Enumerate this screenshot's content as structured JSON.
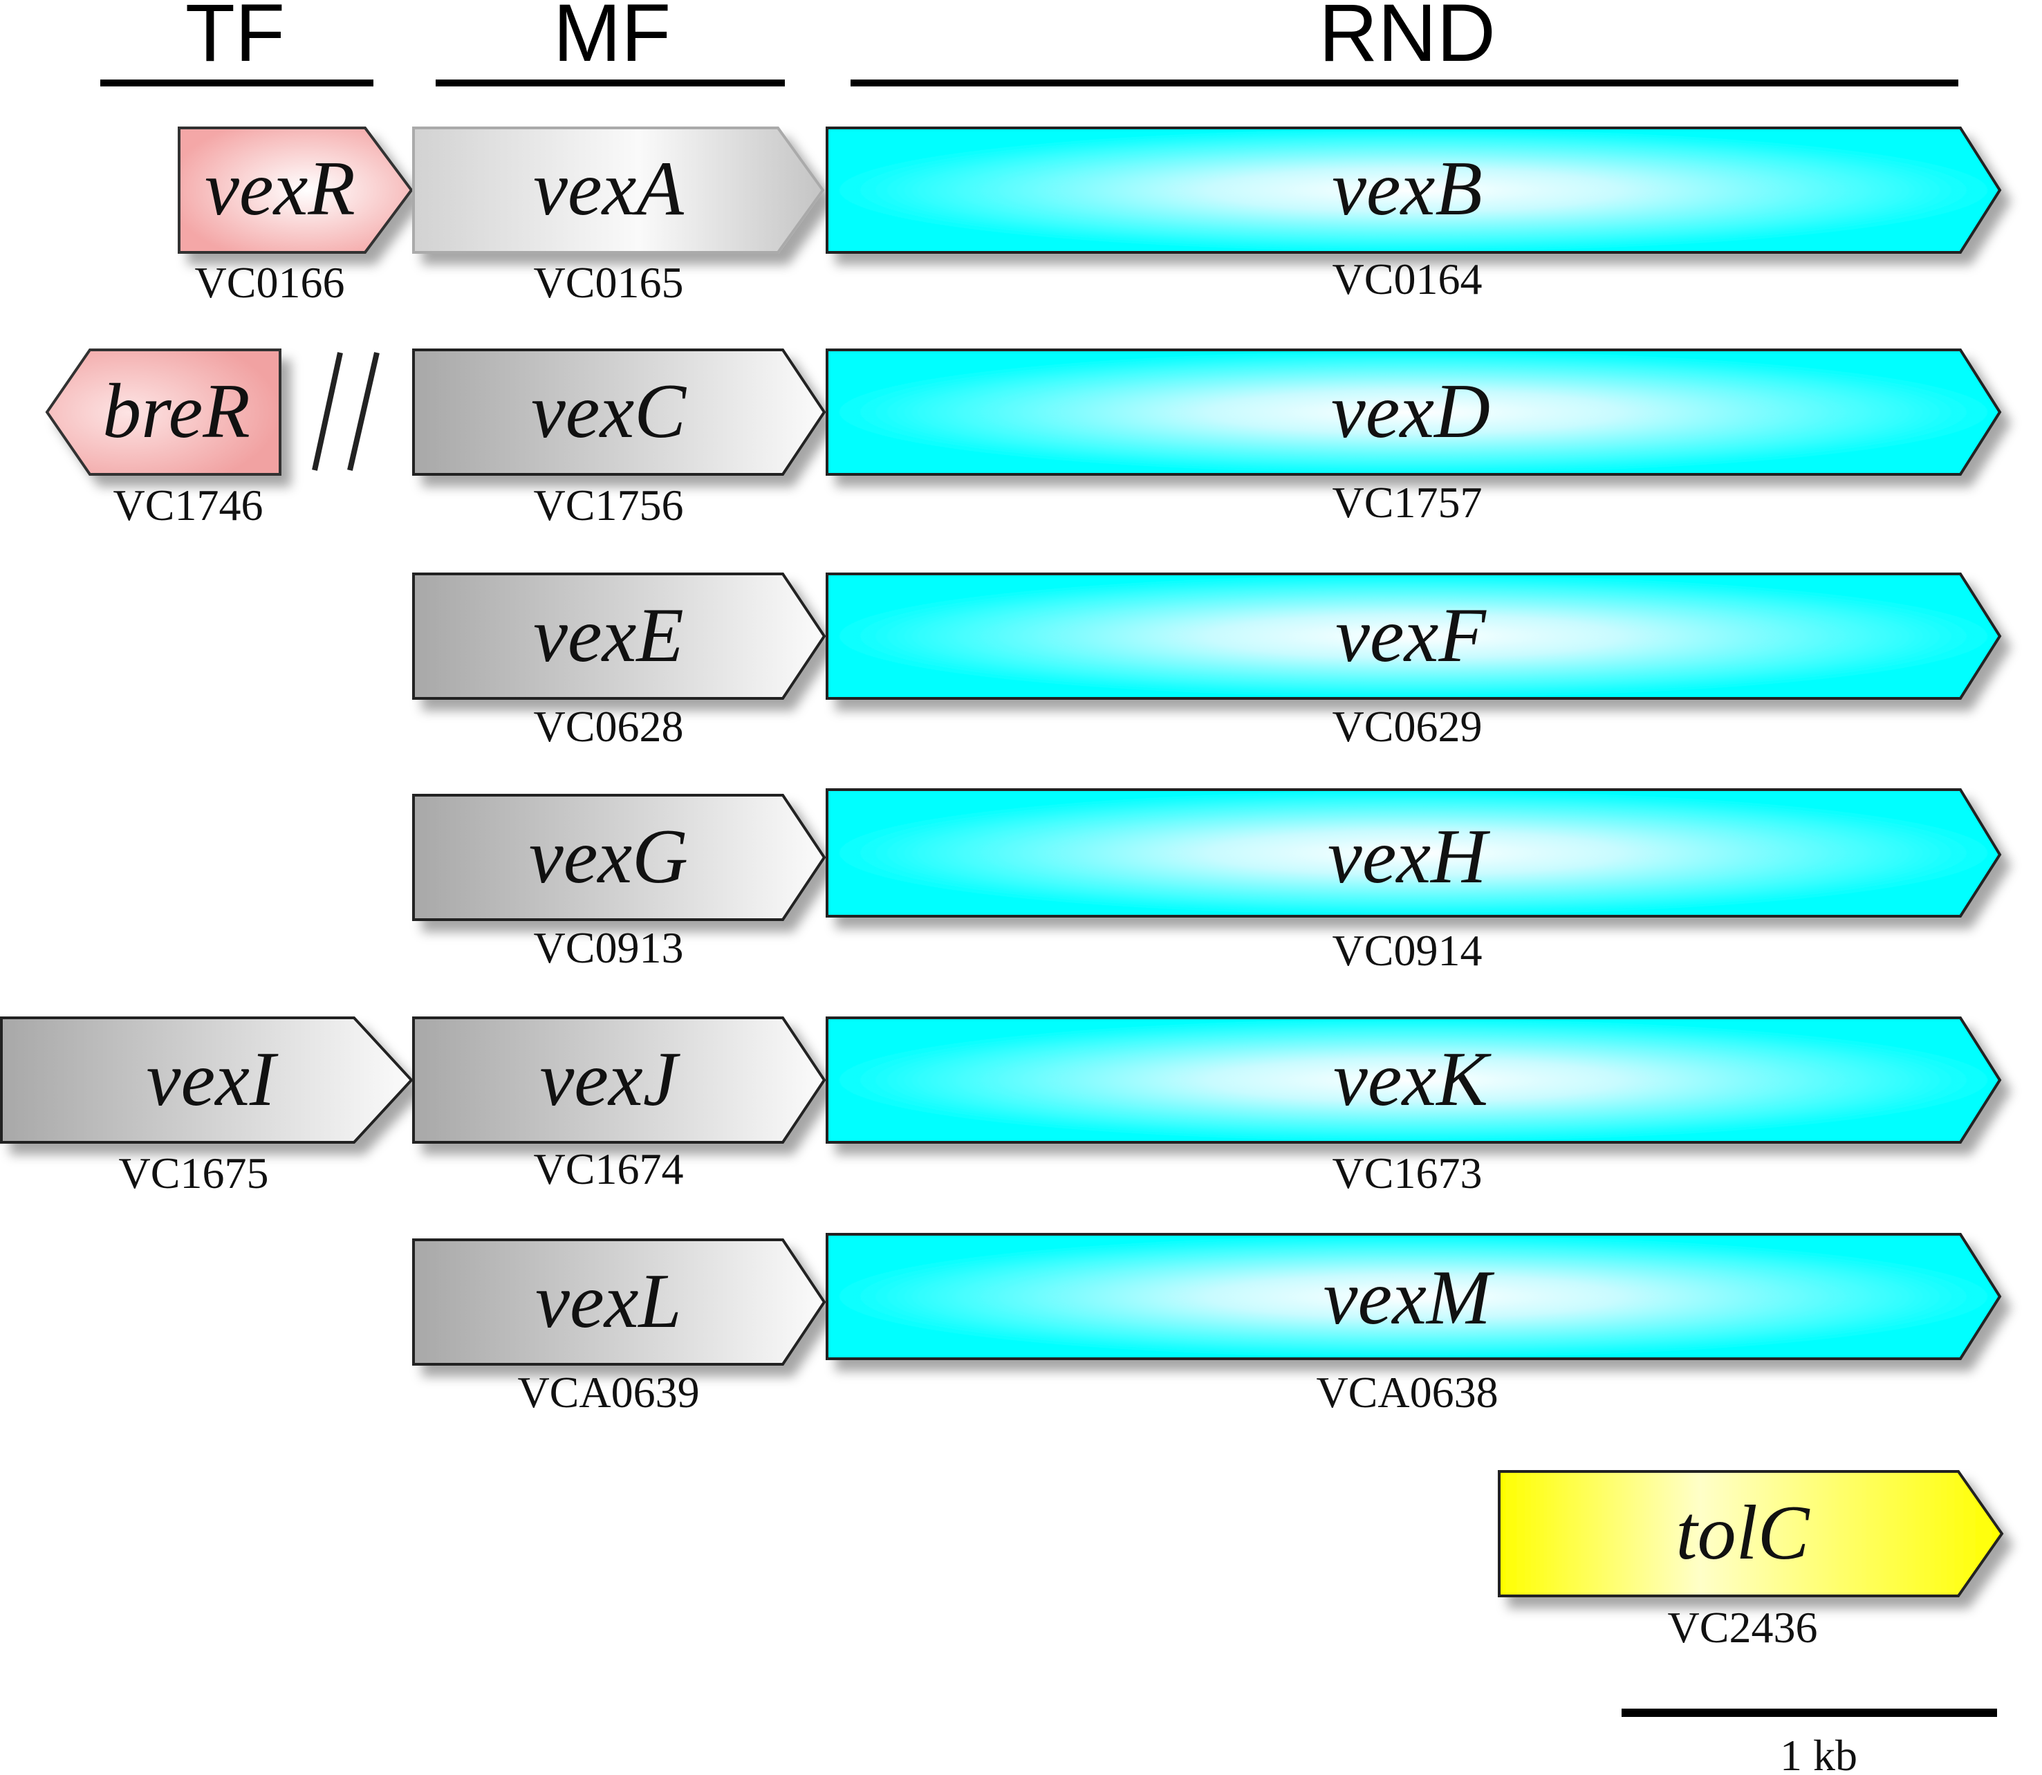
{
  "headers": {
    "tf": "TF",
    "mf": "MF",
    "rnd": "RND"
  },
  "genes": {
    "vexR": {
      "name": "vexR",
      "locus": "VC0166"
    },
    "vexA": {
      "name": "vexA",
      "locus": "VC0165"
    },
    "vexB": {
      "name": "vexB",
      "locus": "VC0164"
    },
    "breR": {
      "name": "breR",
      "locus": "VC1746"
    },
    "vexC": {
      "name": "vexC",
      "locus": "VC1756"
    },
    "vexD": {
      "name": "vexD",
      "locus": "VC1757"
    },
    "vexE": {
      "name": "vexE",
      "locus": "VC0628"
    },
    "vexF": {
      "name": "vexF",
      "locus": "VC0629"
    },
    "vexG": {
      "name": "vexG",
      "locus": "VC0913"
    },
    "vexH": {
      "name": "vexH",
      "locus": "VC0914"
    },
    "vexI": {
      "name": "vexI",
      "locus": "VC1675"
    },
    "vexJ": {
      "name": "vexJ",
      "locus": "VC1674"
    },
    "vexK": {
      "name": "vexK",
      "locus": "VC1673"
    },
    "vexL": {
      "name": "vexL",
      "locus": "VCA0639"
    },
    "vexM": {
      "name": "vexM",
      "locus": "VCA0638"
    },
    "tolC": {
      "name": "tolC",
      "locus": "VC2436"
    }
  },
  "scale_bar": {
    "label": "1 kb"
  },
  "colors": {
    "tf_pink": "#f4a7a7",
    "mf_gray": "#a8a8a8",
    "mf_light": "#c8c8c8",
    "rnd_cyan": "#00ffff",
    "tolc_yellow": "#ffff00"
  }
}
